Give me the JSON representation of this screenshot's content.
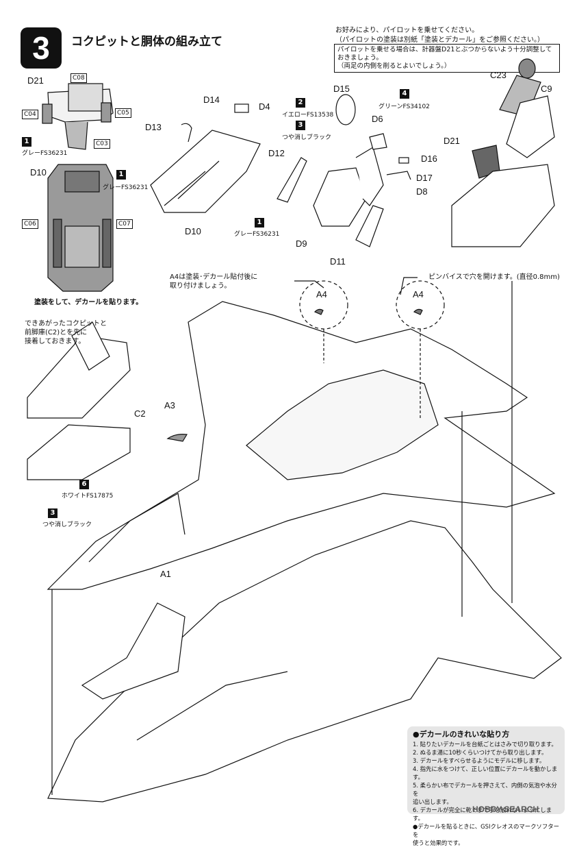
{
  "step": {
    "number": "3",
    "title": "コクピットと胴体の組み立て"
  },
  "pilot_note": {
    "line1": "お好みにより、パイロットを乗せてください。",
    "line2": "（パイロットの塗装は別紙「塗装とデカール」をご参照ください。）",
    "box_line1": "パイロットを乗せる場合は、計器盤D21とぶつからないよう十分調整しておきましょう。",
    "box_line2": "（両足の内側を削るとよいでしょう。）"
  },
  "parts": {
    "d21": "D21",
    "c08": "C08",
    "c04": "C04",
    "c05": "C05",
    "c03": "C03",
    "d10a": "D10",
    "c06": "C06",
    "c07": "C07",
    "d14": "D14",
    "d4": "D4",
    "d13": "D13",
    "d10b": "D10",
    "d15": "D15",
    "d12": "D12",
    "d9": "D9",
    "d11": "D11",
    "d6": "D6",
    "d16": "D16",
    "d17": "D17",
    "d8": "D8",
    "c23": "C23",
    "c9": "C9",
    "d21b": "D21",
    "c2": "C2",
    "a3": "A3",
    "a1": "A1",
    "a4a": "A4",
    "a4b": "A4"
  },
  "paints": {
    "grey1": {
      "num": "1",
      "label": "グレーFS36231"
    },
    "grey2": {
      "num": "1",
      "label": "グレーFS36231"
    },
    "grey3": {
      "num": "1",
      "label": "グレーFS36231"
    },
    "yellow": {
      "num": "2",
      "label": "イエローFS13538"
    },
    "flatblack1": {
      "num": "3",
      "label": "つや消しブラック"
    },
    "green": {
      "num": "4",
      "label": "グリーンFS34102"
    },
    "white": {
      "num": "6",
      "label": "ホワイトFS17875"
    },
    "flatblack2": {
      "num": "3",
      "label": "つや消しブラック"
    }
  },
  "texts": {
    "paint_decal": "塗装をして、デカールを貼ります。",
    "cockpit_note1": "できあがったコクピットと",
    "cockpit_note2": "前脚庫(C2)とを先に",
    "cockpit_note3": "接着しておきます。",
    "a4_note1": "A4は塗装･デカール貼付後に",
    "a4_note2": "取り付けましょう。",
    "drill_note": "ピンバイスで穴を開けます。(直径0.8mm)"
  },
  "decal_tips": {
    "title": "●デカールのきれいな貼り方",
    "items": [
      "1. 貼りたいデカールを台紙ごとはさみで切り取ります。",
      "2. ぬるま湯に10秒くらいつけてから取り出します。",
      "3. デカールをすべらせるようにモデルに移します。",
      "4. 指先に水をつけて、正しい位置にデカールを動かします。",
      "5. 柔らかい布でデカールを押さえて、内側の気泡や水分を",
      "   追い出します。",
      "6. デカールが完全に乾くまで手を触れないようにします。",
      "●デカールを貼るときに、GSIクレオスのマークソフターを",
      "   使うと効果的です。"
    ]
  },
  "watermark": "HOBBY SEARCH"
}
